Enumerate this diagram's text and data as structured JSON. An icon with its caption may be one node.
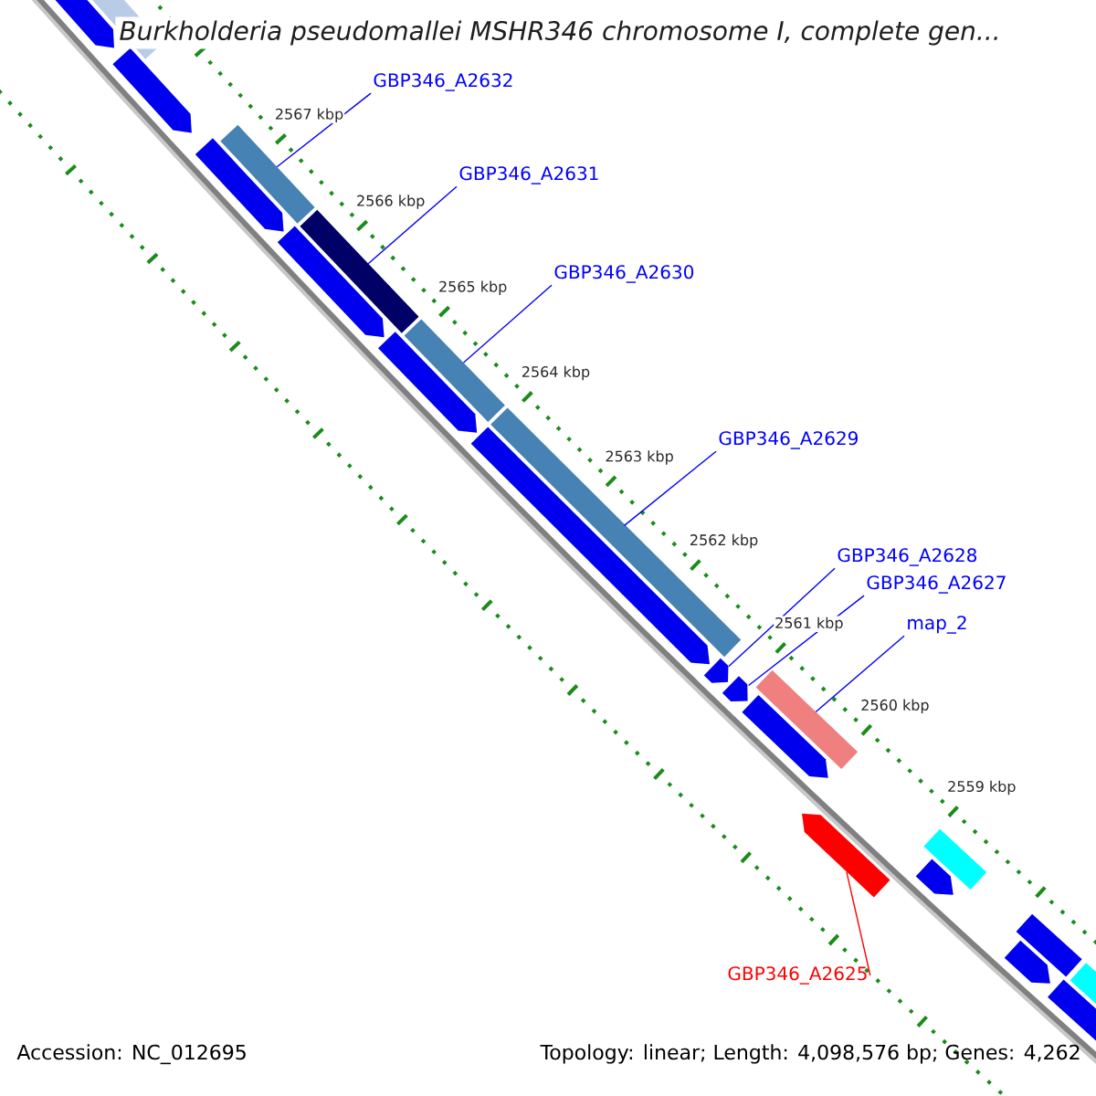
{
  "diagram": {
    "title": "Burkholderia pseudomallei MSHR346 chromosome I, complete gen...",
    "nodes": [
      {
        "text": [
          "GBP346_A2632"
        ]
      },
      {
        "text": [
          "GBP346_A2631"
        ]
      },
      {
        "text": [
          "GBP346_A2630"
        ]
      },
      {
        "text": [
          "GBP346_A2629"
        ]
      },
      {
        "text": [
          "GBP346_A2628"
        ]
      },
      {
        "text": [
          "GBP346_A2627"
        ]
      },
      {
        "text": [
          "map_2"
        ]
      },
      {
        "text": [
          "GBP346_A2625"
        ]
      },
      {
        "text": [],
        "shape": "bar"
      },
      {
        "text": [],
        "shape": "bar"
      },
      {
        "text": [],
        "shape": "bar"
      },
      {
        "text": [],
        "shape": "bar"
      },
      {
        "text": [],
        "shape": "arrow"
      },
      {
        "text": [],
        "shape": "arrow"
      },
      {
        "text": [],
        "shape": "bar"
      },
      {
        "text": [],
        "shape": "arrow"
      }
    ],
    "edges": [
      {
        "from": 0,
        "to": 8,
        "arrow": "none"
      },
      {
        "from": 1,
        "to": 9,
        "arrow": "none"
      },
      {
        "from": 2,
        "to": 10,
        "arrow": "none"
      },
      {
        "from": 3,
        "to": 11,
        "arrow": "none"
      },
      {
        "from": 4,
        "to": 12,
        "arrow": "none"
      },
      {
        "from": 5,
        "to": 13,
        "arrow": "none"
      },
      {
        "from": 6,
        "to": 14,
        "arrow": "none"
      },
      {
        "from": 7,
        "to": 15,
        "arrow": "none",
        "color": "#ff0000"
      }
    ],
    "labels": [
      "2567 kbp",
      "2566 kbp",
      "2565 kbp",
      "2564 kbp",
      "2563 kbp",
      "2562 kbp",
      "2561 kbp",
      "2560 kbp",
      "2559 kbp",
      "Accession: NC_012695",
      "Topology: linear; Length: 4,098,576 bp; Genes: 4,262"
    ]
  }
}
